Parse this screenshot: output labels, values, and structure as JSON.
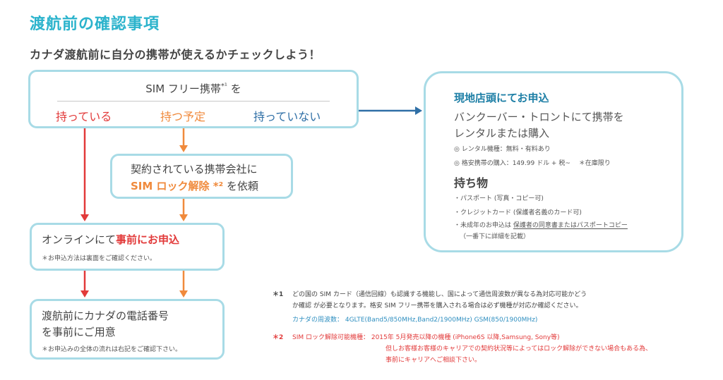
{
  "title": "渡航前の確認事項",
  "subtitle": "カナダ渡航前に自分の携帯が使えるかチェックしよう！",
  "top_box": {
    "heading": "SIM フリー携帯",
    "heading_mark": "*¹",
    "heading_suffix": "を",
    "options": [
      "持っている",
      "持つ予定",
      "持っていない"
    ]
  },
  "contract_box": {
    "line1": "契約されている携帯会社に",
    "line2_highlight": "SIM ロック解除 *²",
    "line2_rest": " を依頼"
  },
  "online_box": {
    "line1_plain": "オンラインにて",
    "line1_highlight": "事前にお申込",
    "note": "＊お申込方法は裏面をご確認ください。"
  },
  "phone_box": {
    "line1": "渡航前にカナダの電話番号",
    "line2": "を事前にご用意",
    "note": "＊お申込みの全体の流れは右記をご確認下さい。"
  },
  "store_box": {
    "heading": "現地店頭にてお申込",
    "desc1": "バンクーバー・トロントにて携帯を",
    "desc2": "レンタルまたは購入",
    "bullet1": "◎ レンタル機種：無料・有料あり",
    "bullet2": "◎ 格安携帯の購入：149.99 ドル + 税~ 　＊在庫限り",
    "items_heading": "持ち物",
    "item1": "・パスポート (写真・コピー可)",
    "item2": "・クレジットカード (保護者名義のカード可)",
    "item3_prefix": "・未成年のお申込は ",
    "item3_underlined": "保護者の同意書またはパスポートコピー",
    "item3_suffix": "（一番下に詳細を記載）"
  },
  "notes": {
    "n1_mark": "＊1",
    "n1_line1": "どの国の SIM カード（通信回線）も認識する機能し、国によって通信周波数が異なる為対応可能かどう",
    "n1_line2": "か確認 が必要となります。格安 SIM フリー携帯を購入される場合は必ず機種が対応か確認ください。",
    "n1_freq": "カナダの周波数： 4GLTE(Band5/850MHz,Band2/1900MHz) GSM(850/1900MHz)",
    "n2_mark": "＊2",
    "n2_line1": "SIM ロック解除可能機種： 2015年 5月発売以降の機種 (iPhone6S 以降,Samsung, Sony等)",
    "n2_line2": "但しお客様お客様のキャリアでの契約状況等によってはロック解除ができない場合もある為、",
    "n2_line3": "事前にキャリアへご相談下さい。"
  },
  "colors": {
    "accent": "#2bb3cc",
    "box_border": "#a8dbe6",
    "red": "#e23a3a",
    "orange": "#f08a3c",
    "blue": "#2f6fa6"
  }
}
